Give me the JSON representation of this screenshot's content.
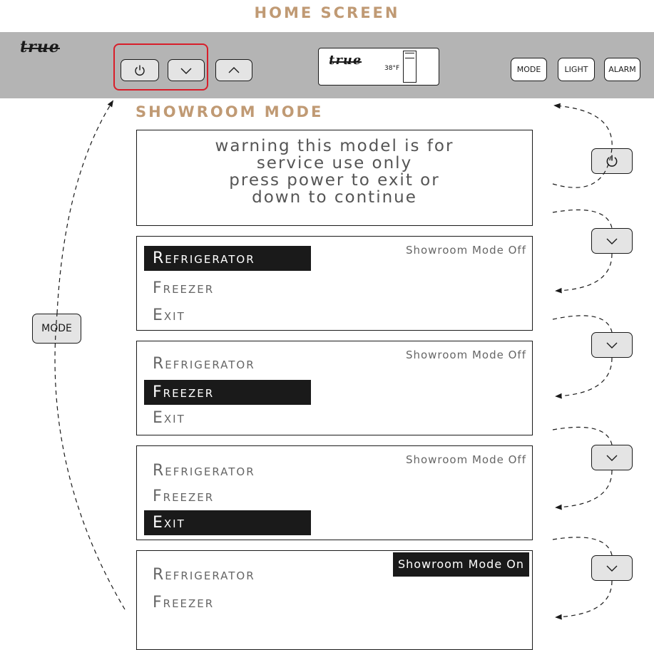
{
  "page_title": "HOME SCREEN",
  "control_bar": {
    "logo": "true",
    "buttons": {
      "mode": "MODE",
      "light": "LIGHT",
      "alarm": "ALARM"
    },
    "display": {
      "logo": "true",
      "temperature": "38°F"
    }
  },
  "section_title": "SHOWROOM MODE",
  "warning_screen": {
    "lines": [
      "warning this model is for",
      "service use only",
      "press power to exit or",
      "down to continue"
    ]
  },
  "menu_screens": [
    {
      "items": [
        "Refrigerator",
        "Freezer",
        "Exit"
      ],
      "selected": 0,
      "status": "Showroom Mode Off"
    },
    {
      "items": [
        "Refrigerator",
        "Freezer",
        "Exit"
      ],
      "selected": 1,
      "status": "Showroom Mode Off"
    },
    {
      "items": [
        "Refrigerator",
        "Freezer",
        "Exit"
      ],
      "selected": 2,
      "status": "Showroom Mode Off"
    },
    {
      "items": [
        "Refrigerator",
        "Freezer"
      ],
      "selected": -1,
      "status": "Showroom Mode On"
    }
  ],
  "side_mode_button": "MODE",
  "colors": {
    "accent": "#c09a74",
    "bar": "#b4b4b4",
    "highlight_box": "#d81e2a",
    "selected_bg": "#1a1a1a"
  },
  "icons": [
    "power-icon",
    "down-arrow-icon",
    "up-arrow-icon"
  ]
}
